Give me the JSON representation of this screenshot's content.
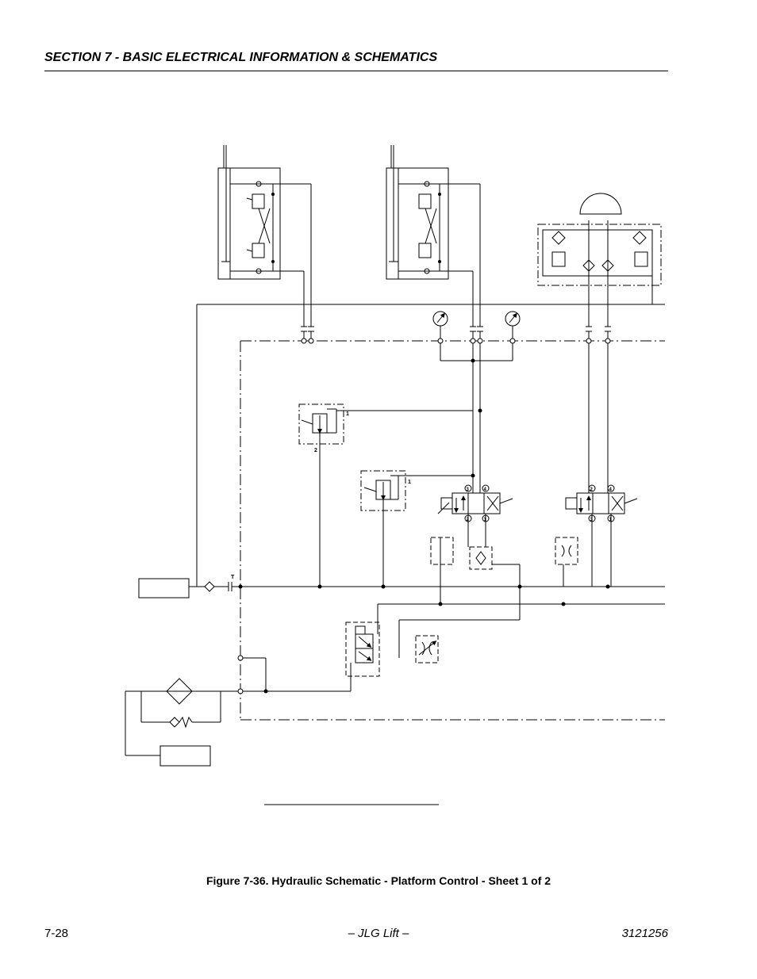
{
  "header": {
    "section_title": "SECTION 7 - BASIC ELECTRICAL INFORMATION & SCHEMATICS"
  },
  "schematic": {
    "port_labels": {
      "relief1_port_1": "1",
      "relief1_port_2": "2",
      "relief2_port_1": "1",
      "tank_port": "T",
      "valve1_port_top_left": "3",
      "valve1_port_top_right": "4",
      "valve1_port_bottom_left": "2",
      "valve1_port_bottom_right": "1",
      "valve2_port_top_left": "2",
      "valve2_port_top_right": "4",
      "valve2_port_bottom_left": "3",
      "valve2_port_bottom_right": "1"
    }
  },
  "caption": "Figure 7-36.  Hydraulic Schematic - Platform Control - Sheet 1 of 2",
  "footer": {
    "page_number": "7-28",
    "publisher": "– JLG Lift –",
    "doc_number": "3121256"
  }
}
